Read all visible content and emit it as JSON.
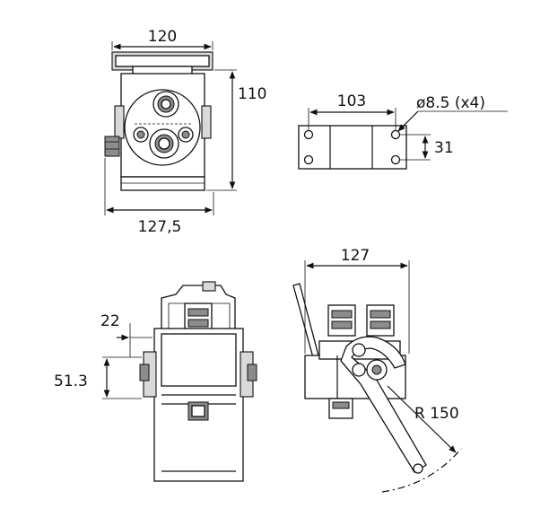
{
  "dimensions": {
    "front_width_top": "120",
    "front_height": "110",
    "front_width_bottom": "127,5",
    "plate_spacing": "103",
    "hole_spec": "ø8.5  (x4)",
    "plate_height": "31",
    "side_width": "127",
    "offset_22": "22",
    "offset_51": "51.3",
    "radius": "R  150"
  }
}
